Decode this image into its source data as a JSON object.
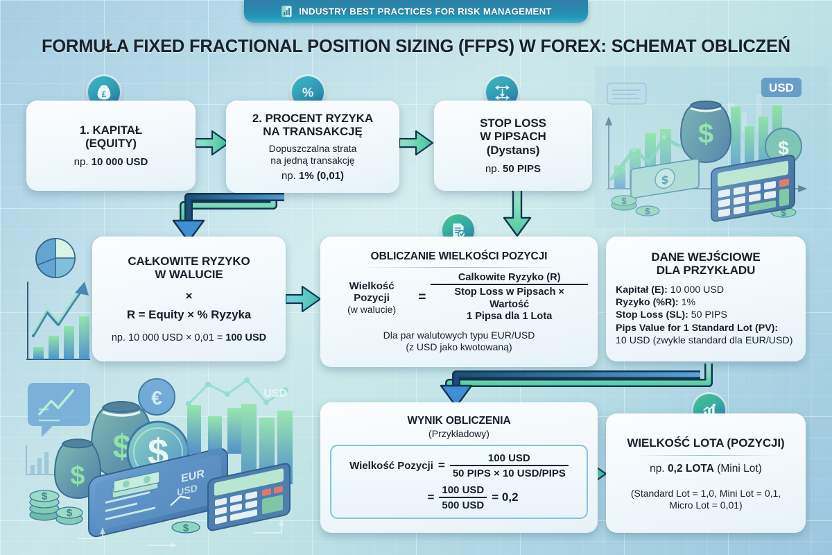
{
  "banner": {
    "text": "INDUSTRY BEST PRACTICES FOR RISK MANAGEMENT",
    "icon": "bar-chart-icon",
    "bg_color": "#2a89ad"
  },
  "title": "FORMUŁA FIXED FRACTIONAL POSITION SIZING (FFPS) W FOREX: SCHEMAT OBLICZEŃ",
  "theme": {
    "accent_teal": "#3fb2c0",
    "accent_green": "#49c48f",
    "accent_blue": "#2f8fae",
    "arrow_blue": "#2f7fc0",
    "arrow_green": "#3fc39a",
    "card_bg": "#f3f9fc",
    "text_dark": "#15202a"
  },
  "cards": {
    "capital": {
      "icon": "money-bag-pound-icon",
      "head_l1": "1. KAPITAŁ",
      "head_l2": "(EQUITY)",
      "example_prefix": "np. ",
      "example_value": "10 000 USD"
    },
    "risk_percent": {
      "icon": "percent-icon",
      "head_l1": "2. PROCENT RYZYKA",
      "head_l2": "NA TRANSAKCJĘ",
      "sub_l1": "Dopuszczalna strata",
      "sub_l2": "na jedną transakcję",
      "example_prefix": "np. ",
      "example_value": "1% (0,01)"
    },
    "stop_loss": {
      "icon": "vertical-distance-arrows-icon",
      "head_l1": "STOP LOSS",
      "head_l2": "W PIPSACH",
      "head_l3": "(Dystans)",
      "example_prefix": "np. ",
      "example_value": "50 PIPS"
    },
    "total_risk": {
      "head_l1": "CAŁKOWITE RYZYKO",
      "head_l2": "W WALUCIE",
      "multiply_sign": "×",
      "formula": "R = Equity × % Ryzyka",
      "example_prefix": "np. 10 000 USD × 0,01 = ",
      "example_value": "100 USD"
    },
    "position_calc": {
      "icon": "document-check-icon",
      "head": "OBLICZANIE WIELKOŚCI POZYCJI",
      "lhs_l1": "Wielkość Pozycji",
      "lhs_l2": "(w walucie)",
      "equals": "=",
      "numerator": "Calkowite Ryzyko (R)",
      "denominator_l1": "Stop Loss w Pipsach × Wartość",
      "denominator_l2": "1 Pipsa dla 1 Lota",
      "note_l1": "Dla par walutowych typu EUR/USD",
      "note_l2": "(z USD jako kwotowaną)"
    },
    "input_data": {
      "head_l1": "DANE WEJŚCIOWE",
      "head_l2": "DLA PRZYKŁADU",
      "rows": [
        {
          "label": "Kapitał (E):",
          "value": " 10 000 USD"
        },
        {
          "label": "Ryzyko (%R):",
          "value": " 1%"
        },
        {
          "label": "Stop Loss (SL):",
          "value": " 50 PIPS"
        },
        {
          "label": "Pips Value for 1 Standard Lot (PV):",
          "value": ""
        },
        {
          "label": "",
          "value": "10 USD (zwykle standard dla EUR/USD)"
        }
      ]
    },
    "result": {
      "head_l1": "WYNIK OBLICZENIA",
      "head_l2": "(Przykładowy)",
      "lhs": "Wielkość Pozycji",
      "equals": "=",
      "numerator_1": "100 USD",
      "denominator_1": "50 PIPS × 10 USD/PIPS",
      "equals_2": "=",
      "numerator_2": "100 USD",
      "denominator_2": "500 USD",
      "equals_3": "= 0,2"
    },
    "lot_size": {
      "icon": "growth-chart-icon",
      "head": "WIELKOŚĆ LOTA (POZYCJI)",
      "example_prefix": "np. ",
      "example_value": "0,2 LOTA",
      "example_suffix": " (Mini Lot)",
      "note_l1": "(Standard Lot = 1,0, Mini Lot = 0,1,",
      "note_l2": "Micro Lot = 0,01)"
    }
  },
  "illustrations": {
    "top_right": {
      "name": "finance-money-bag-calculator-illustration",
      "labels": [
        "USD"
      ]
    },
    "bottom_left": {
      "name": "forex-money-phone-calculator-illustration",
      "labels": [
        "USD",
        "EUR",
        "USD"
      ]
    },
    "left_middle": {
      "name": "pie-and-bar-chart-illustration"
    }
  }
}
